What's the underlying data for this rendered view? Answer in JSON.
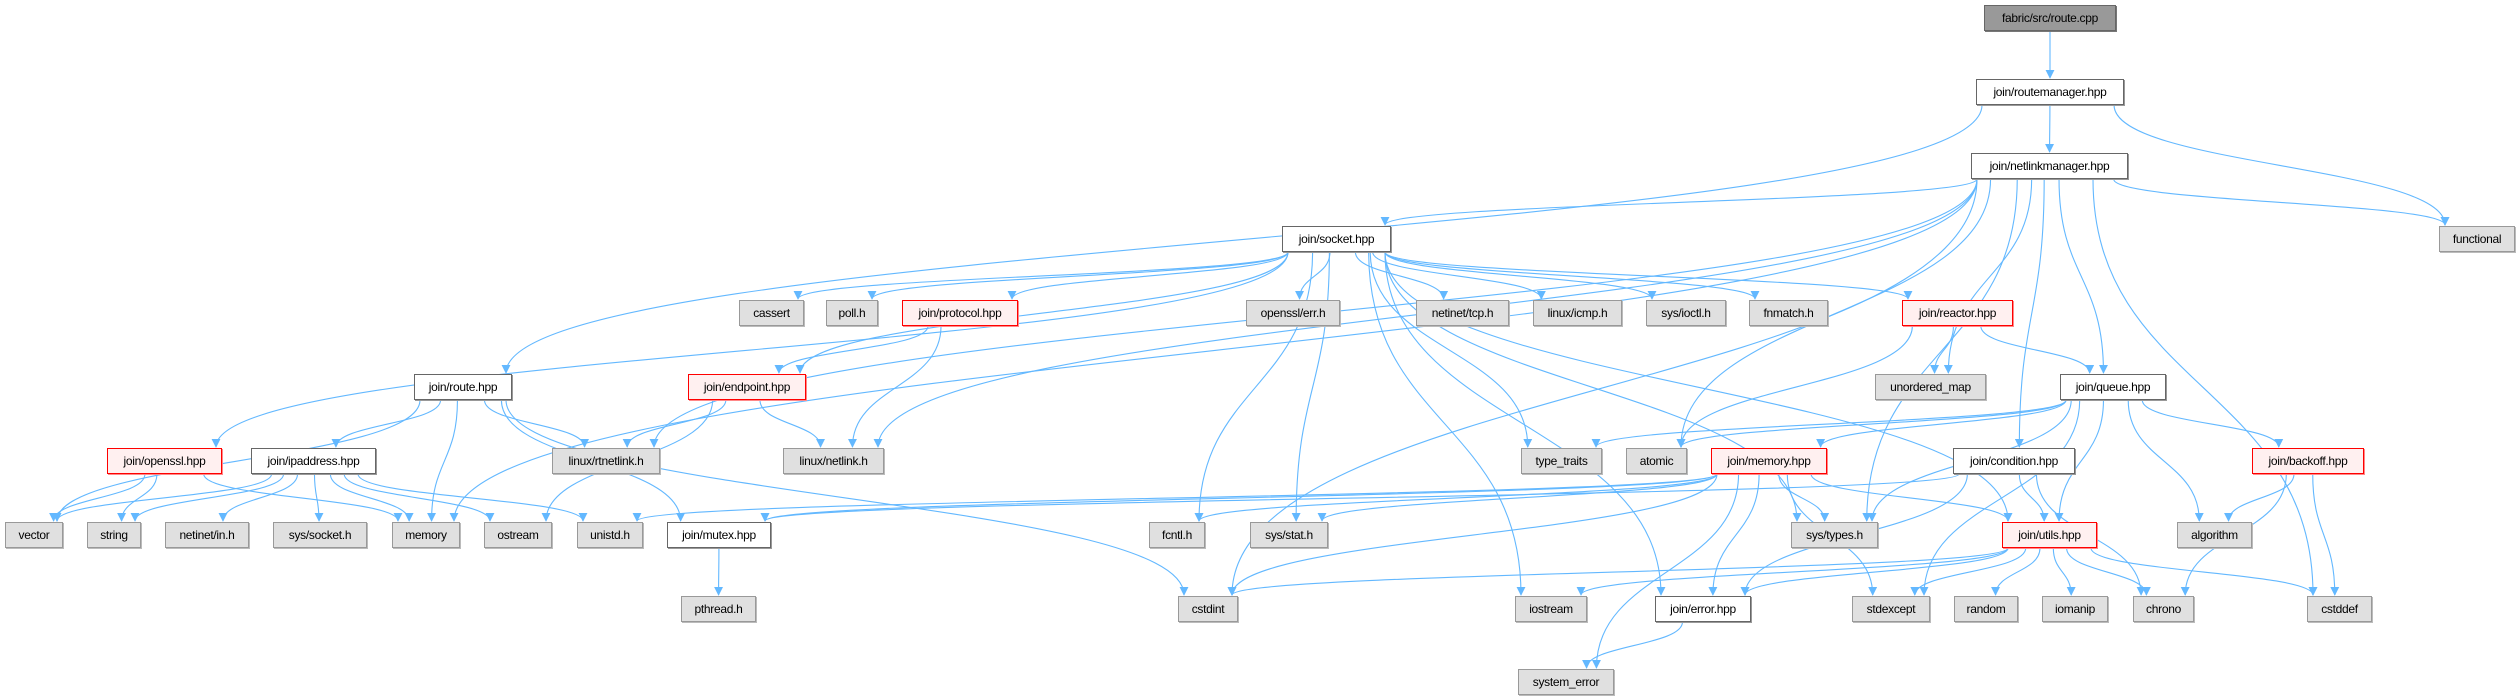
{
  "title": "fabric/src/route.cpp",
  "edge_color": "#63b8ff",
  "nodes": {
    "route_cpp": {
      "label": "fabric/src/route.cpp",
      "kind": "root"
    },
    "routemanager": {
      "label": "join/routemanager.hpp",
      "kind": "local"
    },
    "netlinkmanager": {
      "label": "join/netlinkmanager.hpp",
      "kind": "local"
    },
    "functional": {
      "label": "functional",
      "kind": "sys"
    },
    "socket": {
      "label": "join/socket.hpp",
      "kind": "local"
    },
    "cassert": {
      "label": "cassert",
      "kind": "sys"
    },
    "poll": {
      "label": "poll.h",
      "kind": "sys"
    },
    "protocol": {
      "label": "join/protocol.hpp",
      "kind": "trunc"
    },
    "openssl_err": {
      "label": "openssl/err.h",
      "kind": "sys"
    },
    "netinet_tcp": {
      "label": "netinet/tcp.h",
      "kind": "sys"
    },
    "linux_icmp": {
      "label": "linux/icmp.h",
      "kind": "sys"
    },
    "sys_ioctl": {
      "label": "sys/ioctl.h",
      "kind": "sys"
    },
    "fnmatch": {
      "label": "fnmatch.h",
      "kind": "sys"
    },
    "reactor": {
      "label": "join/reactor.hpp",
      "kind": "trunc"
    },
    "route_hpp": {
      "label": "join/route.hpp",
      "kind": "local"
    },
    "endpoint": {
      "label": "join/endpoint.hpp",
      "kind": "trunc"
    },
    "unordered_map": {
      "label": "unordered_map",
      "kind": "sys"
    },
    "queue": {
      "label": "join/queue.hpp",
      "kind": "local"
    },
    "openssl_hpp": {
      "label": "join/openssl.hpp",
      "kind": "trunc"
    },
    "ipaddress": {
      "label": "join/ipaddress.hpp",
      "kind": "local"
    },
    "rtnetlink": {
      "label": "linux/rtnetlink.h",
      "kind": "sys"
    },
    "netlink": {
      "label": "linux/netlink.h",
      "kind": "sys"
    },
    "type_traits": {
      "label": "type_traits",
      "kind": "sys"
    },
    "atomic": {
      "label": "atomic",
      "kind": "sys"
    },
    "memory_hpp": {
      "label": "join/memory.hpp",
      "kind": "trunc"
    },
    "condition": {
      "label": "join/condition.hpp",
      "kind": "local"
    },
    "backoff": {
      "label": "join/backoff.hpp",
      "kind": "trunc"
    },
    "vector": {
      "label": "vector",
      "kind": "sys"
    },
    "string": {
      "label": "string",
      "kind": "sys"
    },
    "netinet_in": {
      "label": "netinet/in.h",
      "kind": "sys"
    },
    "sys_socket": {
      "label": "sys/socket.h",
      "kind": "sys"
    },
    "memory": {
      "label": "memory",
      "kind": "sys"
    },
    "ostream": {
      "label": "ostream",
      "kind": "sys"
    },
    "unistd": {
      "label": "unistd.h",
      "kind": "sys"
    },
    "mutex": {
      "label": "join/mutex.hpp",
      "kind": "local"
    },
    "fcntl": {
      "label": "fcntl.h",
      "kind": "sys"
    },
    "sys_stat": {
      "label": "sys/stat.h",
      "kind": "sys"
    },
    "sys_types": {
      "label": "sys/types.h",
      "kind": "sys"
    },
    "utils": {
      "label": "join/utils.hpp",
      "kind": "trunc"
    },
    "algorithm": {
      "label": "algorithm",
      "kind": "sys"
    },
    "pthread": {
      "label": "pthread.h",
      "kind": "sys"
    },
    "cstdint": {
      "label": "cstdint",
      "kind": "sys"
    },
    "iostream": {
      "label": "iostream",
      "kind": "sys"
    },
    "error": {
      "label": "join/error.hpp",
      "kind": "local"
    },
    "stdexcept": {
      "label": "stdexcept",
      "kind": "sys"
    },
    "random": {
      "label": "random",
      "kind": "sys"
    },
    "iomanip": {
      "label": "iomanip",
      "kind": "sys"
    },
    "chrono": {
      "label": "chrono",
      "kind": "sys"
    },
    "cstddef": {
      "label": "cstddef",
      "kind": "sys"
    },
    "system_error": {
      "label": "system_error",
      "kind": "sys"
    }
  },
  "edges": [
    [
      "route_cpp",
      "routemanager"
    ],
    [
      "routemanager",
      "netlinkmanager"
    ],
    [
      "routemanager",
      "functional"
    ],
    [
      "routemanager",
      "route_hpp"
    ],
    [
      "netlinkmanager",
      "socket"
    ],
    [
      "netlinkmanager",
      "functional"
    ],
    [
      "netlinkmanager",
      "cstddef"
    ],
    [
      "netlinkmanager",
      "queue"
    ],
    [
      "netlinkmanager",
      "condition"
    ],
    [
      "netlinkmanager",
      "unordered_map"
    ],
    [
      "netlinkmanager",
      "rtnetlink"
    ],
    [
      "netlinkmanager",
      "netlink"
    ],
    [
      "netlinkmanager",
      "memory"
    ],
    [
      "netlinkmanager",
      "cstdint"
    ],
    [
      "netlinkmanager",
      "sys_types"
    ],
    [
      "netlinkmanager",
      "atomic"
    ],
    [
      "socket",
      "cassert"
    ],
    [
      "socket",
      "poll"
    ],
    [
      "socket",
      "protocol"
    ],
    [
      "socket",
      "openssl_hpp"
    ],
    [
      "socket",
      "endpoint"
    ],
    [
      "socket",
      "openssl_err"
    ],
    [
      "socket",
      "netinet_tcp"
    ],
    [
      "socket",
      "linux_icmp"
    ],
    [
      "socket",
      "sys_ioctl"
    ],
    [
      "socket",
      "fnmatch"
    ],
    [
      "socket",
      "reactor"
    ],
    [
      "socket",
      "type_traits"
    ],
    [
      "socket",
      "fcntl"
    ],
    [
      "socket",
      "sys_stat"
    ],
    [
      "socket",
      "iostream"
    ],
    [
      "socket",
      "utils"
    ],
    [
      "socket",
      "error"
    ],
    [
      "socket",
      "sys_types"
    ],
    [
      "protocol",
      "endpoint"
    ],
    [
      "protocol",
      "netlink"
    ],
    [
      "endpoint",
      "rtnetlink"
    ],
    [
      "endpoint",
      "netlink"
    ],
    [
      "endpoint",
      "ostream"
    ],
    [
      "route_hpp",
      "vector"
    ],
    [
      "route_hpp",
      "ipaddress"
    ],
    [
      "route_hpp",
      "memory"
    ],
    [
      "route_hpp",
      "rtnetlink"
    ],
    [
      "route_hpp",
      "mutex"
    ],
    [
      "route_hpp",
      "cstdint"
    ],
    [
      "openssl_hpp",
      "vector"
    ],
    [
      "openssl_hpp",
      "string"
    ],
    [
      "openssl_hpp",
      "memory"
    ],
    [
      "ipaddress",
      "vector"
    ],
    [
      "ipaddress",
      "string"
    ],
    [
      "ipaddress",
      "netinet_in"
    ],
    [
      "ipaddress",
      "sys_socket"
    ],
    [
      "ipaddress",
      "memory"
    ],
    [
      "ipaddress",
      "ostream"
    ],
    [
      "ipaddress",
      "unistd"
    ],
    [
      "mutex",
      "pthread"
    ],
    [
      "reactor",
      "unordered_map"
    ],
    [
      "reactor",
      "queue"
    ],
    [
      "reactor",
      "atomic"
    ],
    [
      "queue",
      "type_traits"
    ],
    [
      "queue",
      "atomic"
    ],
    [
      "queue",
      "memory_hpp"
    ],
    [
      "queue",
      "sys_types"
    ],
    [
      "queue",
      "stdexcept"
    ],
    [
      "queue",
      "utils"
    ],
    [
      "queue",
      "algorithm"
    ],
    [
      "queue",
      "backoff"
    ],
    [
      "memory_hpp",
      "fcntl"
    ],
    [
      "memory_hpp",
      "sys_stat"
    ],
    [
      "memory_hpp",
      "mutex"
    ],
    [
      "memory_hpp",
      "sys_types"
    ],
    [
      "memory_hpp",
      "utils"
    ],
    [
      "memory_hpp",
      "error"
    ],
    [
      "memory_hpp",
      "stdexcept"
    ],
    [
      "memory_hpp",
      "cstdint"
    ],
    [
      "memory_hpp",
      "system_error"
    ],
    [
      "memory_hpp",
      "unistd"
    ],
    [
      "condition",
      "mutex"
    ],
    [
      "condition",
      "utils"
    ],
    [
      "condition",
      "error"
    ],
    [
      "condition",
      "chrono"
    ],
    [
      "backoff",
      "algorithm"
    ],
    [
      "backoff",
      "chrono"
    ],
    [
      "backoff",
      "cstddef"
    ],
    [
      "utils",
      "cstdint"
    ],
    [
      "utils",
      "iostream"
    ],
    [
      "utils",
      "error"
    ],
    [
      "utils",
      "stdexcept"
    ],
    [
      "utils",
      "random"
    ],
    [
      "utils",
      "iomanip"
    ],
    [
      "utils",
      "chrono"
    ],
    [
      "utils",
      "cstddef"
    ],
    [
      "error",
      "system_error"
    ]
  ]
}
